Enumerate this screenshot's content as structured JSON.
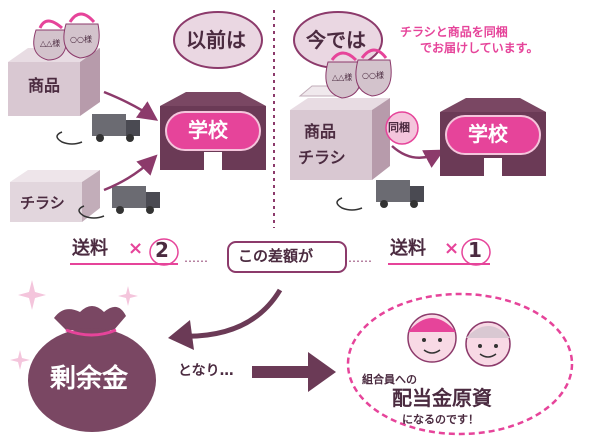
{
  "header": {
    "before": "以前は",
    "now": "今では",
    "note_line1": "チラシと商品を同梱",
    "note_line2": "でお届けしています。"
  },
  "left": {
    "goods_box": "商品",
    "flyer_box": "チラシ",
    "bag_tag_1": "△△様",
    "bag_tag_2": "○○様",
    "school": "学校"
  },
  "right": {
    "box_line1": "商品",
    "box_line2": "チラシ",
    "bundle_badge": "同梱",
    "bag_tag_1": "△△様",
    "bag_tag_2": "○○様",
    "school": "学校"
  },
  "shipping": {
    "left_label": "送料",
    "left_times": "×",
    "left_count": "2",
    "dots_left": "……",
    "middle": "この差額が",
    "dots_right": "……",
    "right_label": "送料",
    "right_times": "×",
    "right_count": "1"
  },
  "bottom": {
    "surplus": "剰余金",
    "becomes": "となり…",
    "circle_line1": "組合員への",
    "circle_line2": "配当金原資",
    "circle_line3": "になるのです！"
  },
  "colors": {
    "primary": "#8c3a6b",
    "pink": "#e6449a",
    "light_pink": "#f4c5dc",
    "box": "#d9c8d2",
    "box_dark": "#b79bab",
    "building": "#6b3a56"
  }
}
